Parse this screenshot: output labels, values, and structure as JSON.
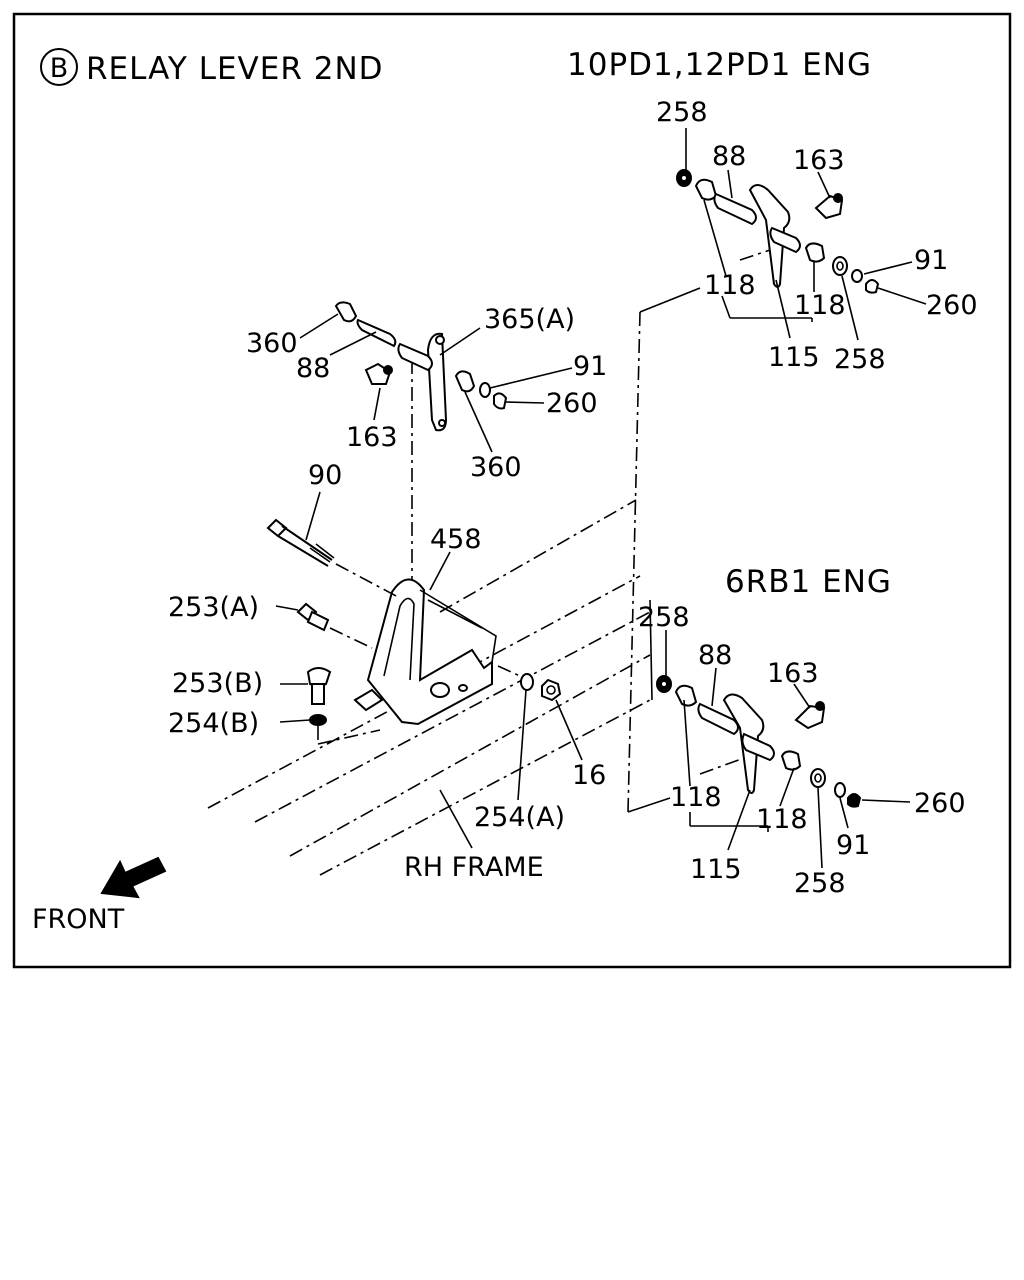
{
  "title": {
    "badge": "B",
    "text": "RELAY LEVER 2ND"
  },
  "variants": {
    "top": "10PD1,12PD1 ENG",
    "bottom": "6RB1 ENG"
  },
  "labels": {
    "front": "FRONT",
    "frame": "RH FRAME"
  },
  "callouts": {
    "main": {
      "p360_a": "360",
      "p88": "88",
      "p163": "163",
      "p365a": "365(A)",
      "p91": "91",
      "p260": "260",
      "p360_b": "360",
      "p90": "90",
      "p458": "458",
      "p253a": "253(A)",
      "p253b": "253(B)",
      "p254b": "254(B)",
      "p254a": "254(A)",
      "p16": "16"
    },
    "top": {
      "p258_a": "258",
      "p88": "88",
      "p163": "163",
      "p91": "91",
      "p260": "260",
      "p118_a": "118",
      "p118_b": "118",
      "p115": "115",
      "p258_b": "258"
    },
    "bottom": {
      "p258_a": "258",
      "p88": "88",
      "p163": "163",
      "p260": "260",
      "p118_a": "118",
      "p118_b": "118",
      "p115": "115",
      "p91": "91",
      "p258_b": "258"
    }
  }
}
